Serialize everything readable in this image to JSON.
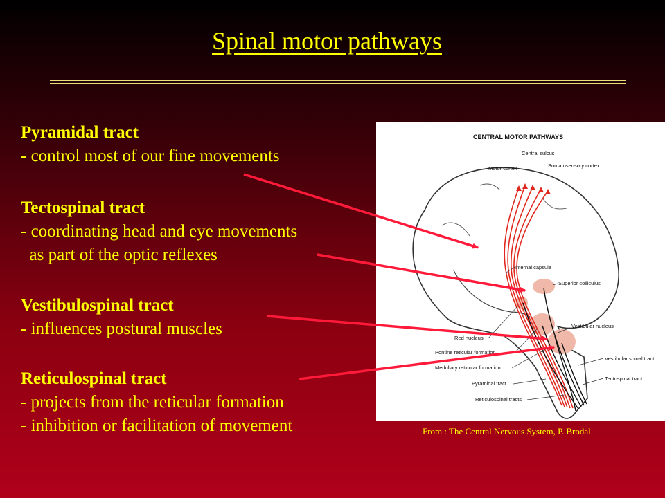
{
  "title": "Spinal motor pathways",
  "tracts": [
    {
      "name": "Pyramidal tract",
      "lines": [
        "- control most of our fine movements"
      ]
    },
    {
      "name": "Tectospinal tract",
      "lines": [
        "- coordinating head and eye movements",
        "  as part of the optic reflexes"
      ]
    },
    {
      "name": "Vestibulospinal tract",
      "lines": [
        "- influences postural muscles"
      ]
    },
    {
      "name": "Reticulospinal tract",
      "lines": [
        "- projects from the reticular formation",
        "- inhibition or facilitation of movement"
      ]
    }
  ],
  "figure": {
    "heading": "CENTRAL MOTOR PATHWAYS",
    "labels": {
      "central_sulcus": "Central sulcus",
      "motor_cortex": "Motor cortex",
      "somatosensory_cortex": "Somatosensory cortex",
      "internal_capsule": "Internal capsule",
      "superior_colliculus": "Superior colliculus",
      "vestibular_nucleus": "Vestibular nucleus",
      "red_nucleus": "Red nucleus",
      "pontine_reticular": "Pontine reticular formation",
      "medullary_reticular": "Medullary reticular formation",
      "pyramidal_tract": "Pyramidal tract",
      "reticulospinal_tracts": "Reticulospinal tracts",
      "vestibular_spinal": "Vestibular spinal tract",
      "tectospinal": "Tectospinal tract"
    }
  },
  "caption": "From : The Central Nervous System, P. Brodal",
  "colors": {
    "text": "#ffff00",
    "arrow": "#ff1a3a",
    "tract": "#e0281e"
  }
}
